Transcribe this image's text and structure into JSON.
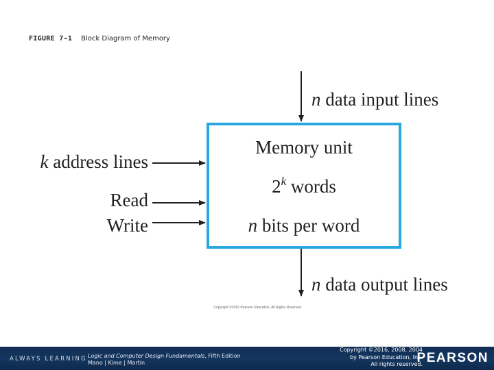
{
  "header": {
    "figure_number": "FIGURE 7-1",
    "figure_title": "Block Diagram of Memory"
  },
  "diagram": {
    "top_input_var": "n",
    "top_input_text": " data input lines",
    "box_line1": "Memory unit",
    "box_line2_base": "2",
    "box_line2_exp": "k",
    "box_line2_rest": " words",
    "box_line3_var": "n",
    "box_line3_rest": " bits per word",
    "left_address_var": "k",
    "left_address_text": " address lines",
    "left_read": "Read",
    "left_write": "Write",
    "bottom_output_var": "n",
    "bottom_output_text": " data output lines",
    "image_credit": "Copyright ©2016 Pearson Education, All Rights Reserved",
    "box_border_color": "#29a8e0",
    "line_color": "#231f20"
  },
  "footer": {
    "always_learning": "ALWAYS LEARNING",
    "book_title": "Logic and Computer Design Fundamentals",
    "book_edition": ", Fifth Edition",
    "book_authors": "Mano | Kime | Martin",
    "copyright_line1": "Copyright ©2016, 2008, 2004",
    "copyright_line2": "by Pearson Education, Inc.",
    "copyright_line3": "All rights reserved.",
    "publisher": "PEARSON",
    "bar_color": "#14365f"
  }
}
